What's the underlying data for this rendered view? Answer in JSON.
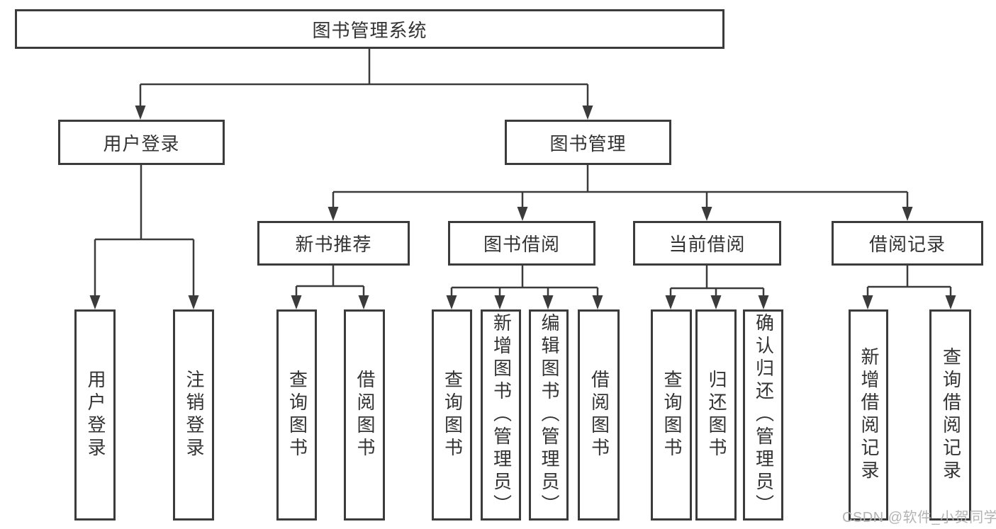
{
  "tree": {
    "root": {
      "label": "图书管理系统"
    },
    "branches": [
      {
        "label": "用户登录",
        "children": [
          "用户登录",
          "注销登录"
        ]
      },
      {
        "label": "图书管理",
        "children": [
          {
            "label": "新书推荐",
            "children": [
              "查询图书",
              "借阅图书"
            ]
          },
          {
            "label": "图书借阅",
            "children": [
              "查询图书",
              "新增图书（管理员）",
              "编辑图书（管理员）",
              "借阅图书"
            ]
          },
          {
            "label": "当前借阅",
            "children": [
              "查询图书",
              "归还图书",
              "确认归还（管理员）"
            ]
          },
          {
            "label": "借阅记录",
            "children": [
              "新增借阅记录",
              "查询借阅记录"
            ]
          }
        ]
      }
    ]
  },
  "watermark": "CSDN @软件_小贺同学",
  "colors": {
    "line": "#3b3b3b",
    "text": "#333333",
    "watermark": "#b3b3b3",
    "background": "#ffffff"
  }
}
